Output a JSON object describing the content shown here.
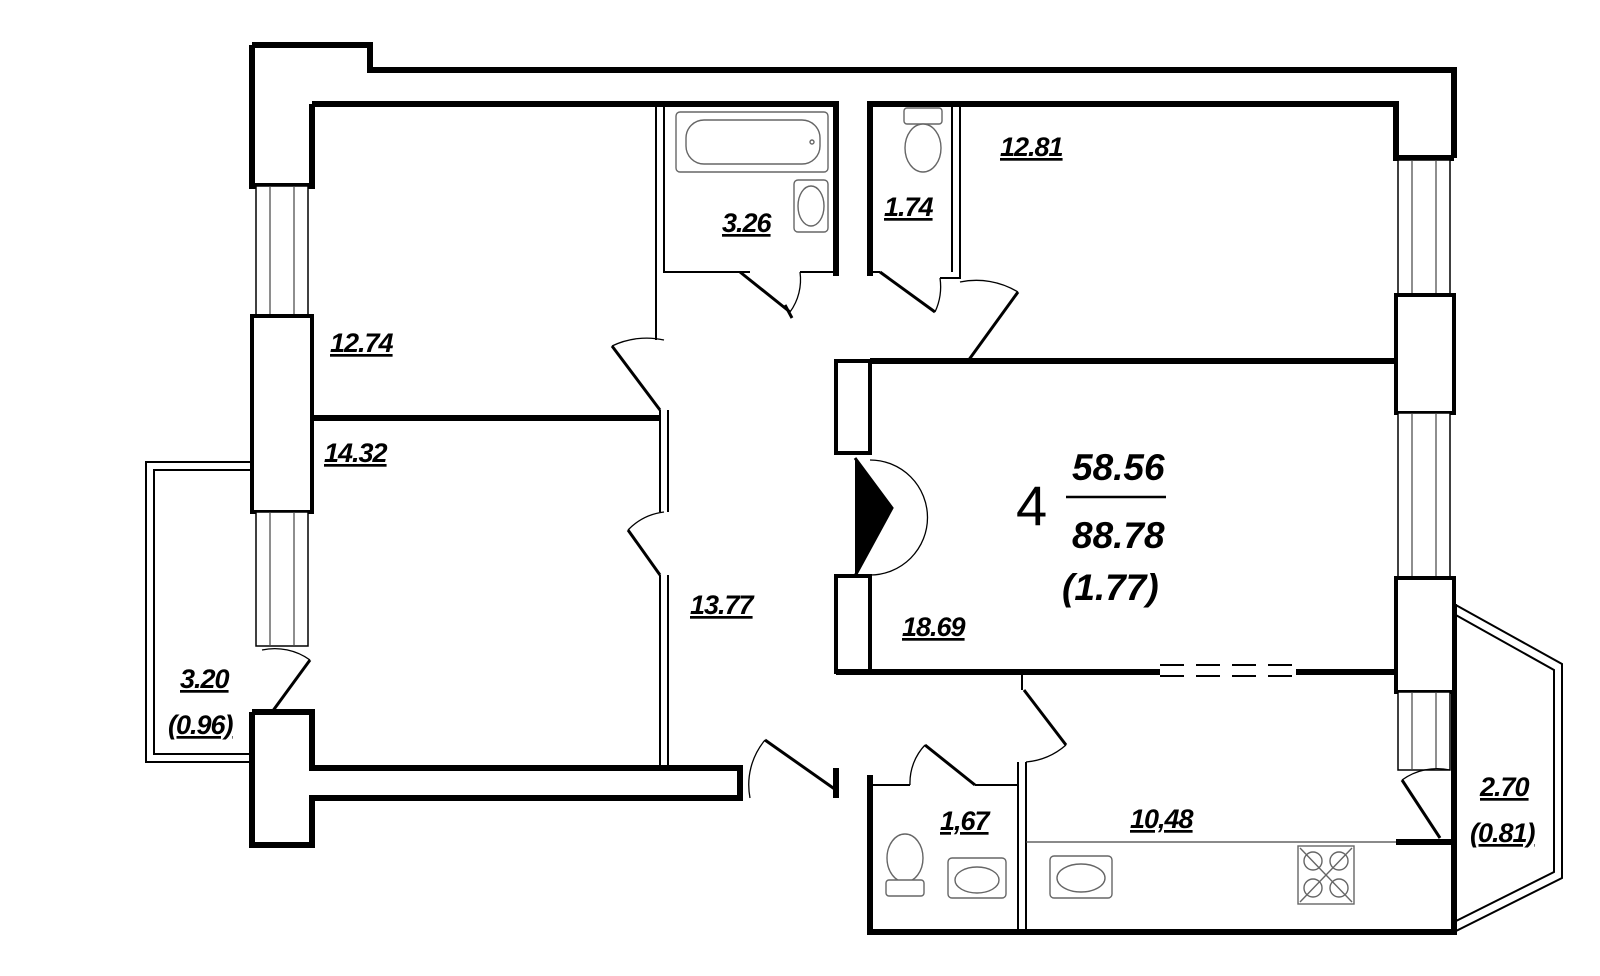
{
  "summary": {
    "rooms_count": "4",
    "living_area": "58.56",
    "total_area": "88.78",
    "balcony_reduced": "(1.77)"
  },
  "areas": {
    "bedroom_top_left": "12.74",
    "bedroom_bottom_left": "14.32",
    "bathroom": "3.26",
    "toilet_top": "1.74",
    "bedroom_top_right": "12.81",
    "living_room": "18.69",
    "hallway": "13.77",
    "toilet_bottom": "1,67",
    "kitchen": "10,48",
    "balcony_left": "3.20",
    "balcony_left_reduced": "(0.96)",
    "balcony_right": "2.70",
    "balcony_right_reduced": "(0.81)"
  }
}
